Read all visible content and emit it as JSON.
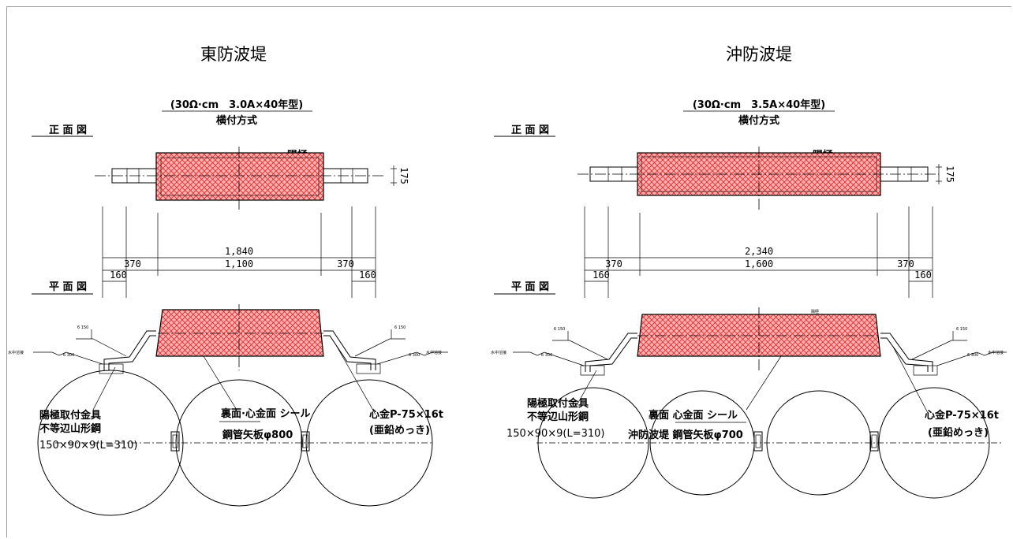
{
  "colors": {
    "anode_fill": "#ff9a9a",
    "anode_hatch": "#e23030",
    "line": "#000000"
  },
  "panels": [
    {
      "title": "東防波堤",
      "spec_line1": "(30Ω·cm　3.0A×40年型)",
      "spec_line2": "横付方式",
      "front_view_label": "正 面 図",
      "plan_view_label": "平 面 図",
      "anode_label": "陽極",
      "dim_height": "175",
      "dim_total": "1,840",
      "dim_left": "370",
      "dim_mid": "1,100",
      "dim_right": "370",
      "dim_small_left": "160",
      "dim_small_right": "160",
      "anode_plan_label": "",
      "weld_left_top": "6 150",
      "weld_left_bottom": "6 300",
      "weld_right_top": "6 150",
      "weld_right_bottom": "6 300",
      "weld_text_left": "水中溶接",
      "weld_text_right": "水中溶接",
      "bracket_line1": "陽極取付金具",
      "bracket_line2": "不等辺山形鋼",
      "bracket_line3": "150×90×9(L=310)",
      "seal_label": "裏面·心金面 シール",
      "pile_label": "鋼管矢板φ800",
      "core_line1": "心金P-75×16t",
      "core_line2": "(亜鉛めっき)"
    },
    {
      "title": "沖防波堤",
      "spec_line1": "(30Ω·cm　3.5A×40年型)",
      "spec_line2": "横付方式",
      "front_view_label": "正 面 図",
      "plan_view_label": "平 面 図",
      "anode_label": "陽極",
      "dim_height": "175",
      "dim_total": "2,340",
      "dim_left": "370",
      "dim_mid": "1,600",
      "dim_right": "370",
      "dim_small_left": "160",
      "dim_small_right": "160",
      "anode_plan_label": "陽極",
      "weld_left_top": "6 150",
      "weld_left_bottom": "6 300",
      "weld_right_top": "6 150",
      "weld_right_bottom": "6 300",
      "weld_text_left": "水中溶接",
      "weld_text_right": "水中溶接",
      "bracket_line1": "陽極取付金具",
      "bracket_line2": "不等辺山形鋼",
      "bracket_line3": "150×90×9(L=310)",
      "seal_label": "裏面 心金面 シール",
      "pile_label": "沖防波堤 鋼管矢板φ700",
      "core_line1": "心金P-75×16t",
      "core_line2": "(亜鉛めっき)"
    }
  ]
}
